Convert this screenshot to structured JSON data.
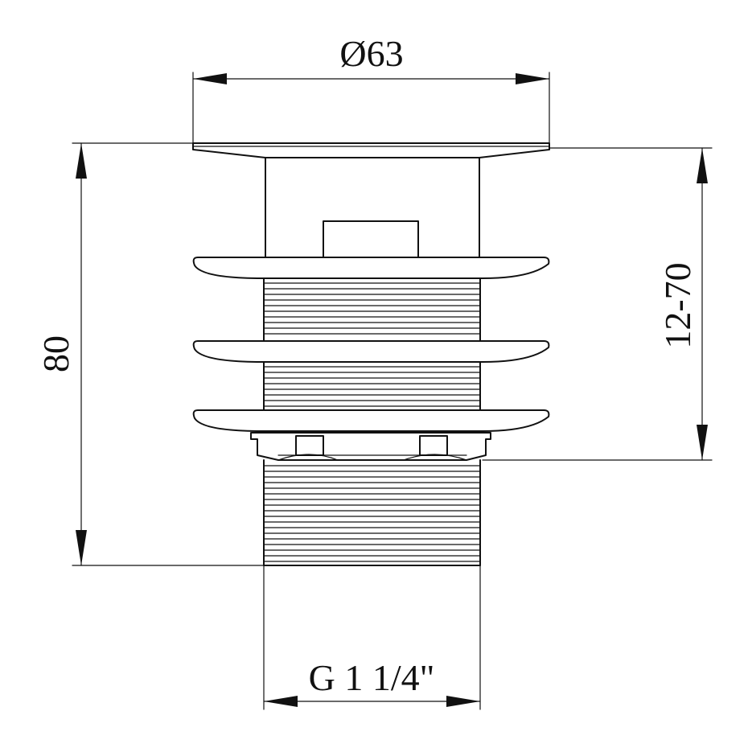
{
  "diagram": {
    "dimensions": {
      "diameter_label": "Ø63",
      "height_label": "80",
      "range_label": "12-70",
      "thread_label": "G 1 1/4\""
    },
    "colors": {
      "line": "#111111",
      "background": "#ffffff"
    }
  }
}
